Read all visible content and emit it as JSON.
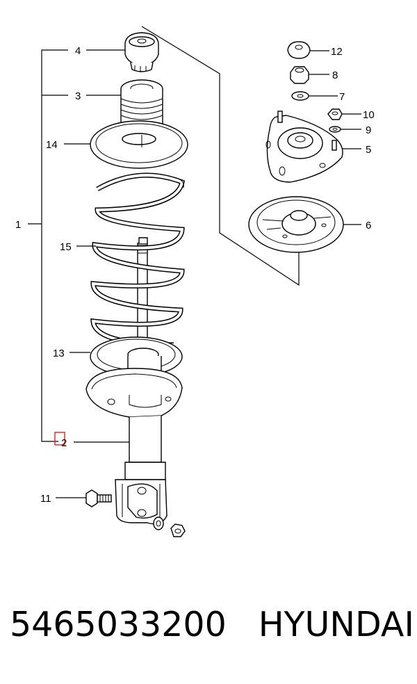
{
  "callouts": {
    "c1": "1",
    "c2": "2",
    "c3": "3",
    "c4": "4",
    "c5": "5",
    "c6": "6",
    "c7": "7",
    "c8": "8",
    "c9": "9",
    "c10": "10",
    "c11": "11",
    "c12": "12",
    "c13": "13",
    "c14": "14",
    "c15": "15"
  },
  "highlight_color": "#e02020",
  "caption": {
    "part_number": "5465033200",
    "brand": "HYUNDAI"
  }
}
